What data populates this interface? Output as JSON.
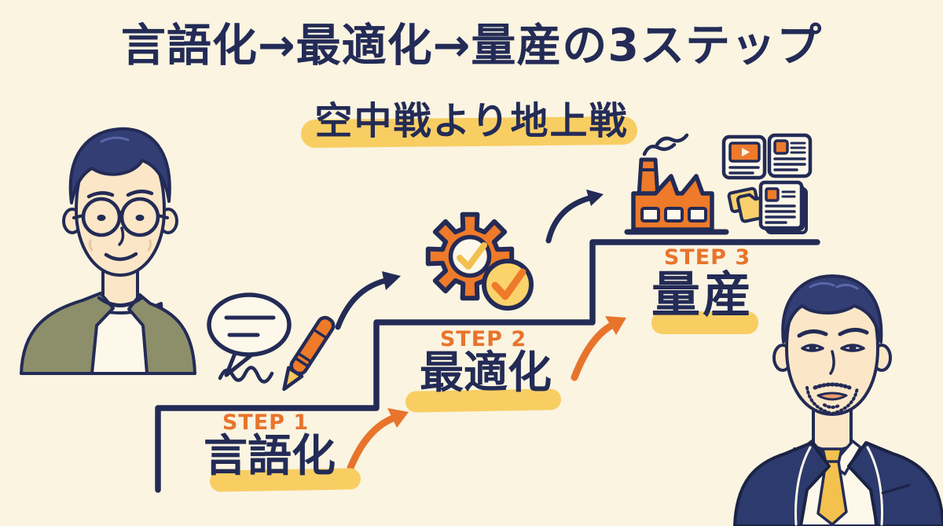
{
  "header": {
    "title": "言語化→最適化→量産の3ステップ",
    "subtitle": "空中戦より地上戦"
  },
  "steps": [
    {
      "label": "STEP 1",
      "name": "言語化",
      "icon": "speech-bubble-pen-icon"
    },
    {
      "label": "STEP 2",
      "name": "最適化",
      "icon": "gear-checkmark-icon"
    },
    {
      "label": "STEP 3",
      "name": "量産",
      "icon": "factory-icon",
      "output_icons": [
        "video-card-icon",
        "article-card-icon",
        "folder-icon",
        "document-stack-icon"
      ]
    }
  ],
  "illustrations": {
    "left_person": "casual-man-glasses-portrait",
    "right_person": "suit-man-yellow-tie-portrait"
  },
  "colors": {
    "background": "#FAF4E1",
    "navy": "#232B56",
    "orange": "#E8742C",
    "highlight_yellow": "#F8CE63",
    "fill_yellow": "#FAD36A",
    "cream_white": "#FDF8EA",
    "olive_jacket": "#8C8F69",
    "suit_navy": "#2C3A6E",
    "skin": "#FBE7C7"
  }
}
